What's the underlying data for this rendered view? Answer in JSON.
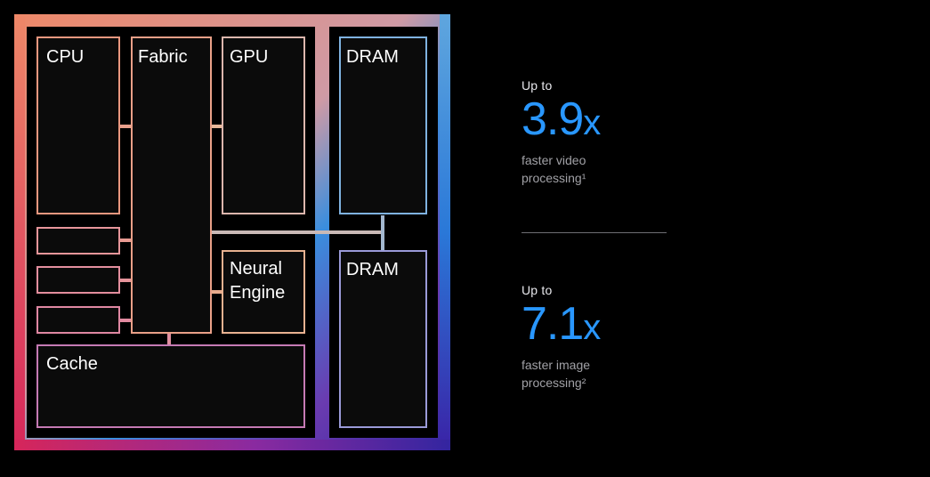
{
  "diagram": {
    "blocks": {
      "cpu": "CPU",
      "fabric": "Fabric",
      "gpu": "GPU",
      "dram_top": "DRAM",
      "dram_bottom": "DRAM",
      "neural_line1": "Neural",
      "neural_line2": "Engine",
      "cache": "Cache"
    },
    "colors": {
      "gradient": [
        "#f0836b",
        "#e9a69a",
        "#6cb2de",
        "#2d7fd6",
        "#d92d5a",
        "#4b1f9e"
      ],
      "background": "#000000",
      "panel": "#0d0d0d"
    }
  },
  "stats": [
    {
      "prefix": "Up to",
      "value": "3.9",
      "unit": "x",
      "desc_line1": "faster video",
      "desc_line2": "processing¹"
    },
    {
      "prefix": "Up to",
      "value": "7.1",
      "unit": "x",
      "desc_line1": "faster image",
      "desc_line2": "processing²"
    }
  ],
  "accent_color": "#2997ff"
}
